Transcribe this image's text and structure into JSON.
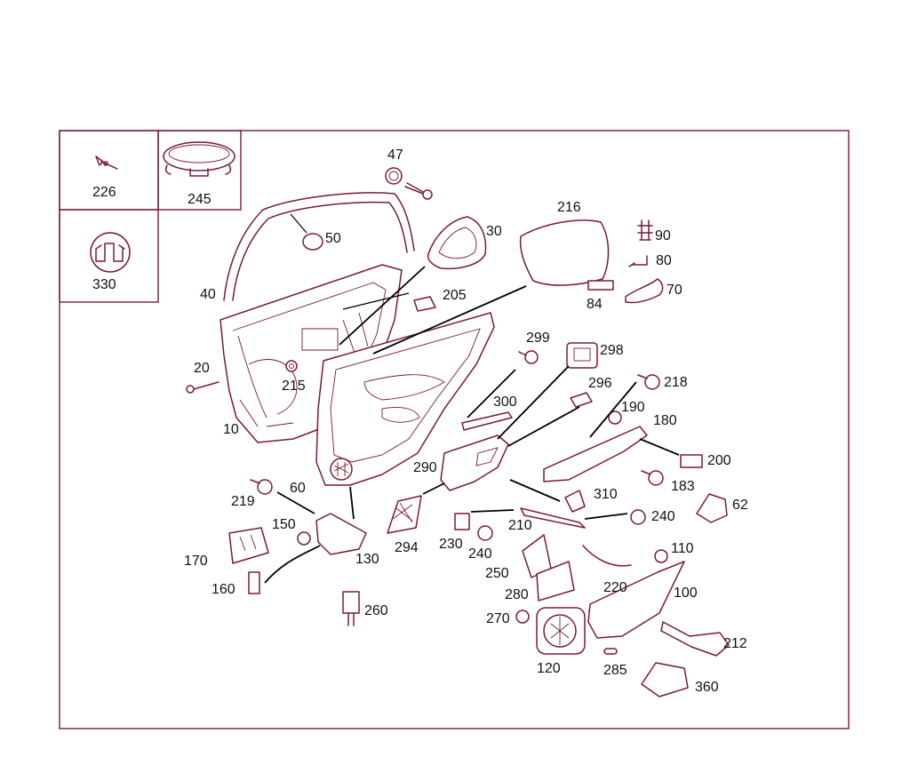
{
  "callouts": {
    "c226": "226",
    "c245": "245",
    "c330": "330",
    "c47": "47",
    "c50": "50",
    "c30": "30",
    "c216": "216",
    "c90": "90",
    "c80": "80",
    "c70": "70",
    "c84": "84",
    "c40": "40",
    "c205": "205",
    "c299": "299",
    "c298": "298",
    "c20": "20",
    "c215": "215",
    "c218": "218",
    "c296": "296",
    "c300": "300",
    "c190": "190",
    "c180": "180",
    "c10": "10",
    "c200": "200",
    "c290": "290",
    "c183": "183",
    "c219": "219",
    "c60": "60",
    "c310": "310",
    "c62": "62",
    "c150": "150",
    "c210": "210",
    "c240a": "240",
    "c170": "170",
    "c230": "230",
    "c240b": "240",
    "c294": "294",
    "c130": "130",
    "c110": "110",
    "c250": "250",
    "c160": "160",
    "c220": "220",
    "c280": "280",
    "c100": "100",
    "c260": "260",
    "c270": "270",
    "c212": "212",
    "c120": "120",
    "c285": "285",
    "c360": "360"
  }
}
